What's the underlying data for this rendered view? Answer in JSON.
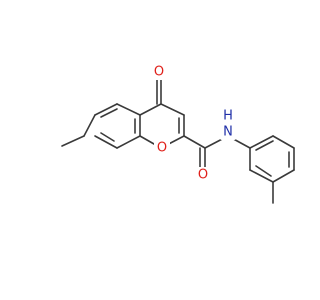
{
  "molecule": {
    "atoms": {
      "o_carbonyl_top": "O",
      "o_ring": "O",
      "o_amide": "O",
      "n_amide": "N",
      "h_amide": "H"
    },
    "colors": {
      "bond": "#3a3a3a",
      "oxygen": "#e0201a",
      "nitrogen": "#1f2fa8"
    }
  }
}
